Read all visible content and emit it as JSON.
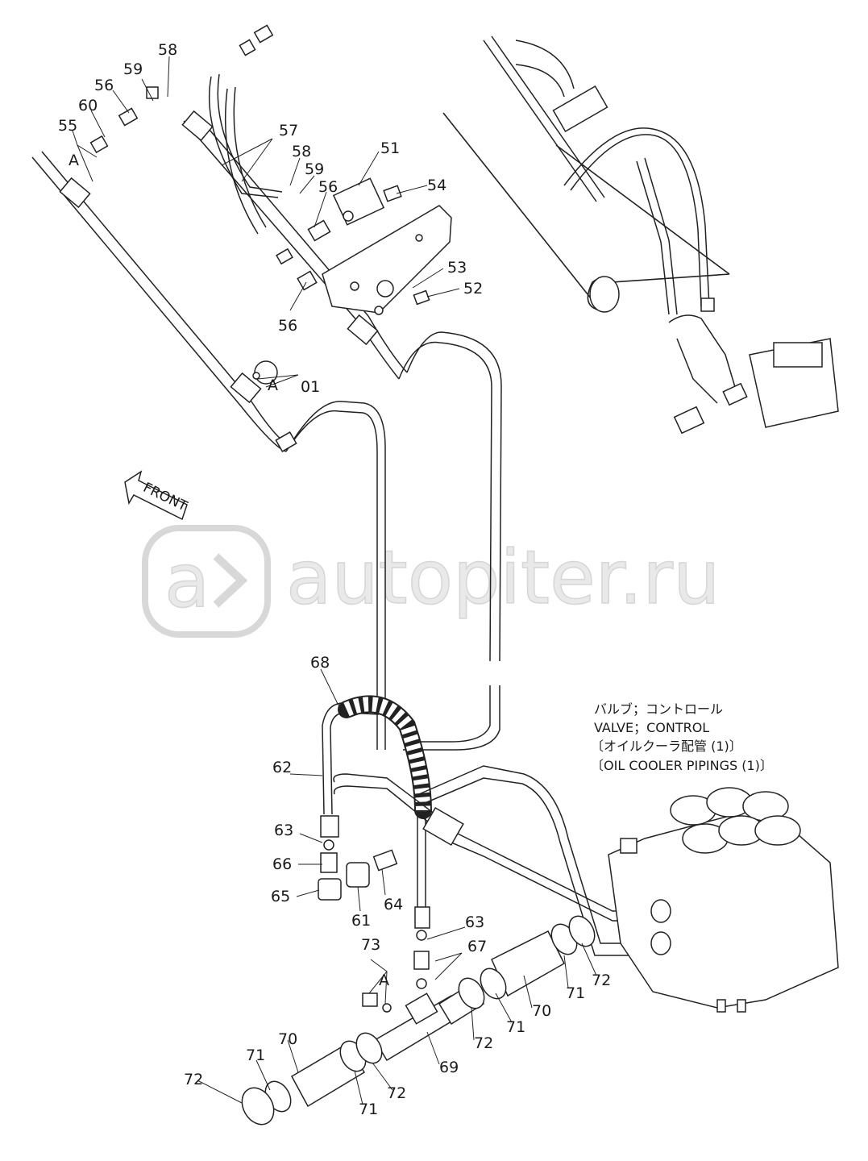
{
  "watermark": "autopiter.ru",
  "front_label": "FRONT",
  "caption": {
    "line1": "バルブ；コントロール",
    "line2": "VALVE；CONTROL",
    "line3": "〔オイルクーラ配管 (1)〕",
    "line4": "〔OIL COOLER PIPINGS (1)〕"
  },
  "callouts": [
    "58",
    "59",
    "56",
    "60",
    "55",
    "A",
    "57",
    "58",
    "59",
    "56",
    "51",
    "54",
    "53",
    "52",
    "56",
    "A",
    "01",
    "68",
    "62",
    "63",
    "66",
    "65",
    "61",
    "64",
    "63",
    "73",
    "67",
    "A",
    "69",
    "70",
    "71",
    "72",
    "70",
    "71",
    "71",
    "72",
    "71",
    "72"
  ]
}
